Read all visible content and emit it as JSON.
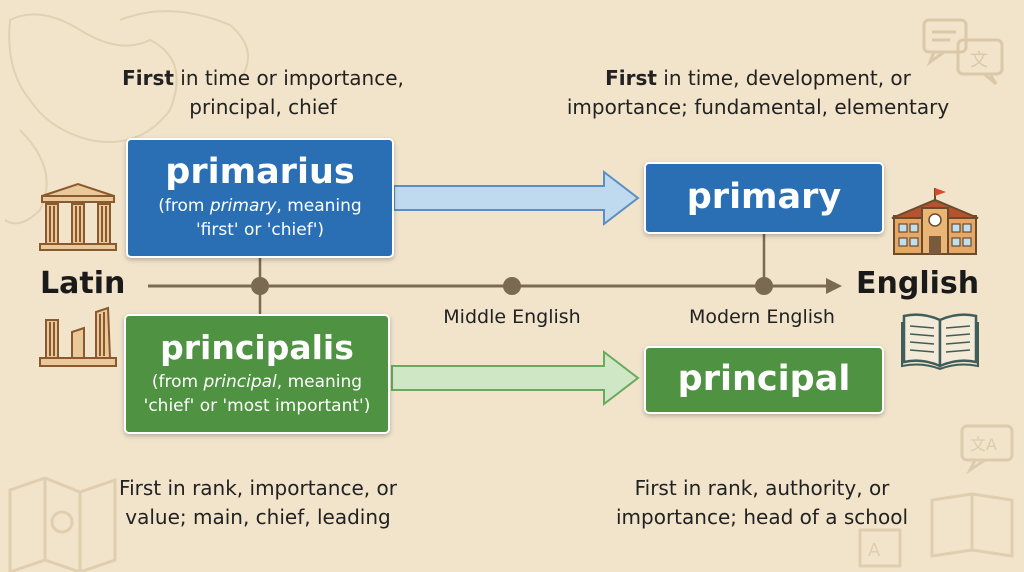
{
  "source_language": "Latin",
  "target_language": "English",
  "stages": [
    "Middle English",
    "Modern English"
  ],
  "words": [
    {
      "latin": "primarius",
      "latin_note_prefix": "(from ",
      "latin_note_em": "primary",
      "latin_note_mid": ", meaning",
      "latin_note_line2": "'first' or 'chief')",
      "latin_definition_bold": "First",
      "latin_definition_rest": " in time or importance,",
      "latin_definition_line2": "principal, chief",
      "english": "primary",
      "english_definition_bold": "First",
      "english_definition_rest": " in time, development, or",
      "english_definition_line2": "importance; fundamental, elementary",
      "color": "#2a6fb3"
    },
    {
      "latin": "principalis",
      "latin_note_prefix": "(from ",
      "latin_note_em": "principal",
      "latin_note_mid": ", meaning",
      "latin_note_line2": "'chief' or 'most important')",
      "latin_definition_line1": "First in rank, importance, or",
      "latin_definition_line2": "value; main, chief, leading",
      "english": "principal",
      "english_definition_line1": "First in rank, authority, or",
      "english_definition_line2": "importance; head of a school",
      "color": "#4e9242"
    }
  ],
  "icons": [
    "columns-icon",
    "ruins-icon",
    "school-building-icon",
    "open-book-icon",
    "translate-bubble-icon",
    "map-icon",
    "book-icon"
  ]
}
